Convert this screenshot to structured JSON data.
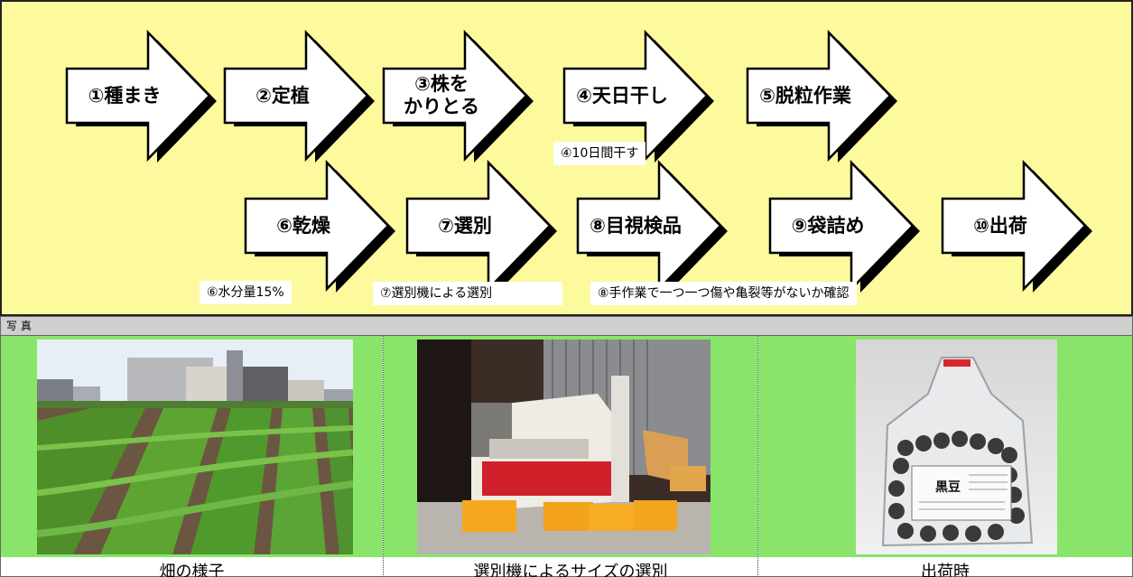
{
  "process": {
    "steps": [
      {
        "label": "①種まき"
      },
      {
        "label": "②定植"
      },
      {
        "label": "③株を\nかりとる"
      },
      {
        "label": "④天日干し"
      },
      {
        "label": "⑤脱粒作業"
      },
      {
        "label": "⑥乾燥"
      },
      {
        "label": "⑦選別"
      },
      {
        "label": "⑧目視検品"
      },
      {
        "label": "⑨袋詰め"
      },
      {
        "label": "⑩出荷"
      }
    ],
    "notes": {
      "n4": "④10日間干す",
      "n6": "⑥水分量15%",
      "n7": "⑦選別機による選別",
      "n8": "⑧手作業で一つ一つ傷や亀裂等がないか確認"
    }
  },
  "photo_section": {
    "header": "写 真",
    "captions": [
      "畑の様子",
      "選別機によるサイズの選別",
      "出荷時"
    ],
    "bag_label": "黒豆"
  },
  "colors": {
    "panel_bg": "#fdfa9e",
    "photo_bg": "#88e56a",
    "header_bg": "#cfcfcf"
  }
}
